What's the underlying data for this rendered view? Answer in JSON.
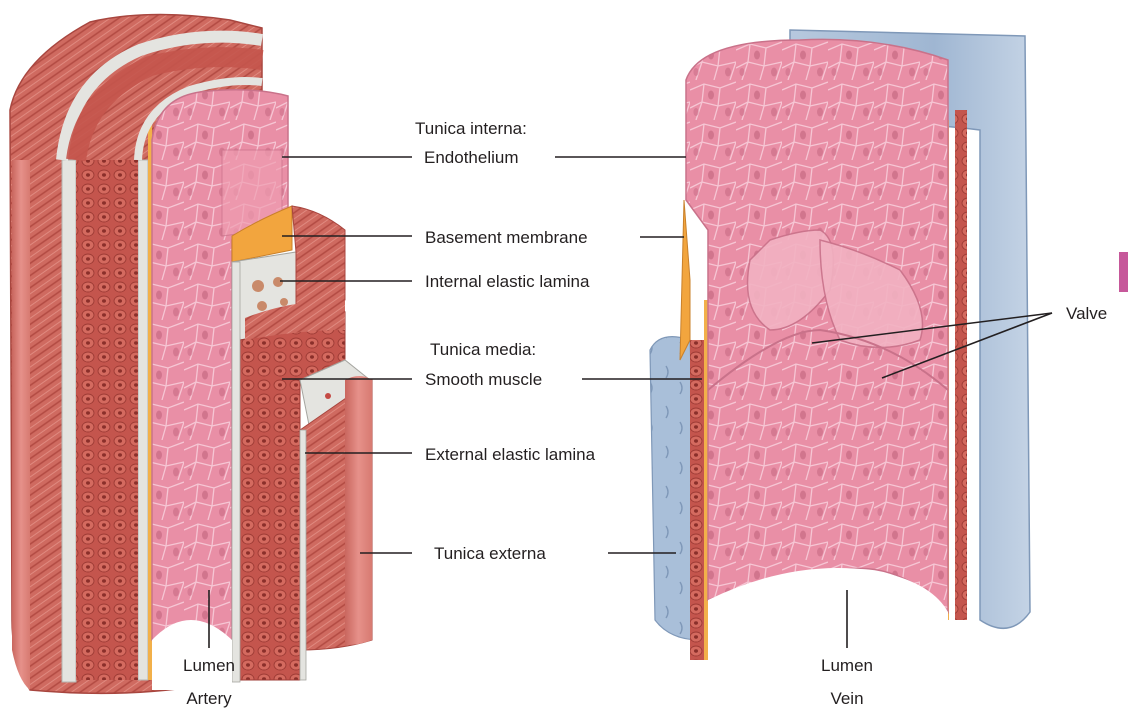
{
  "labels": {
    "tunica_interna": "Tunica interna:",
    "endothelium": "Endothelium",
    "basement_membrane": "Basement membrane",
    "internal_elastic_lamina": "Internal elastic lamina",
    "tunica_media": "Tunica media:",
    "smooth_muscle": "Smooth muscle",
    "external_elastic_lamina": "External elastic lamina",
    "tunica_externa": "Tunica externa",
    "valve": "Valve",
    "lumen_artery": "Lumen",
    "lumen_vein": "Lumen",
    "artery": "Artery",
    "vein": "Vein"
  },
  "colors": {
    "externa_artery": "#d9776f",
    "externa_vein": "#a9bfd9",
    "smooth_muscle": "#c4554d",
    "endothelium": "#e98fa6",
    "basement_membrane": "#f2a53e",
    "elastic_lamina": "#e4e4e0",
    "leader_line": "#231f20",
    "page_tab": "#c6589a"
  }
}
